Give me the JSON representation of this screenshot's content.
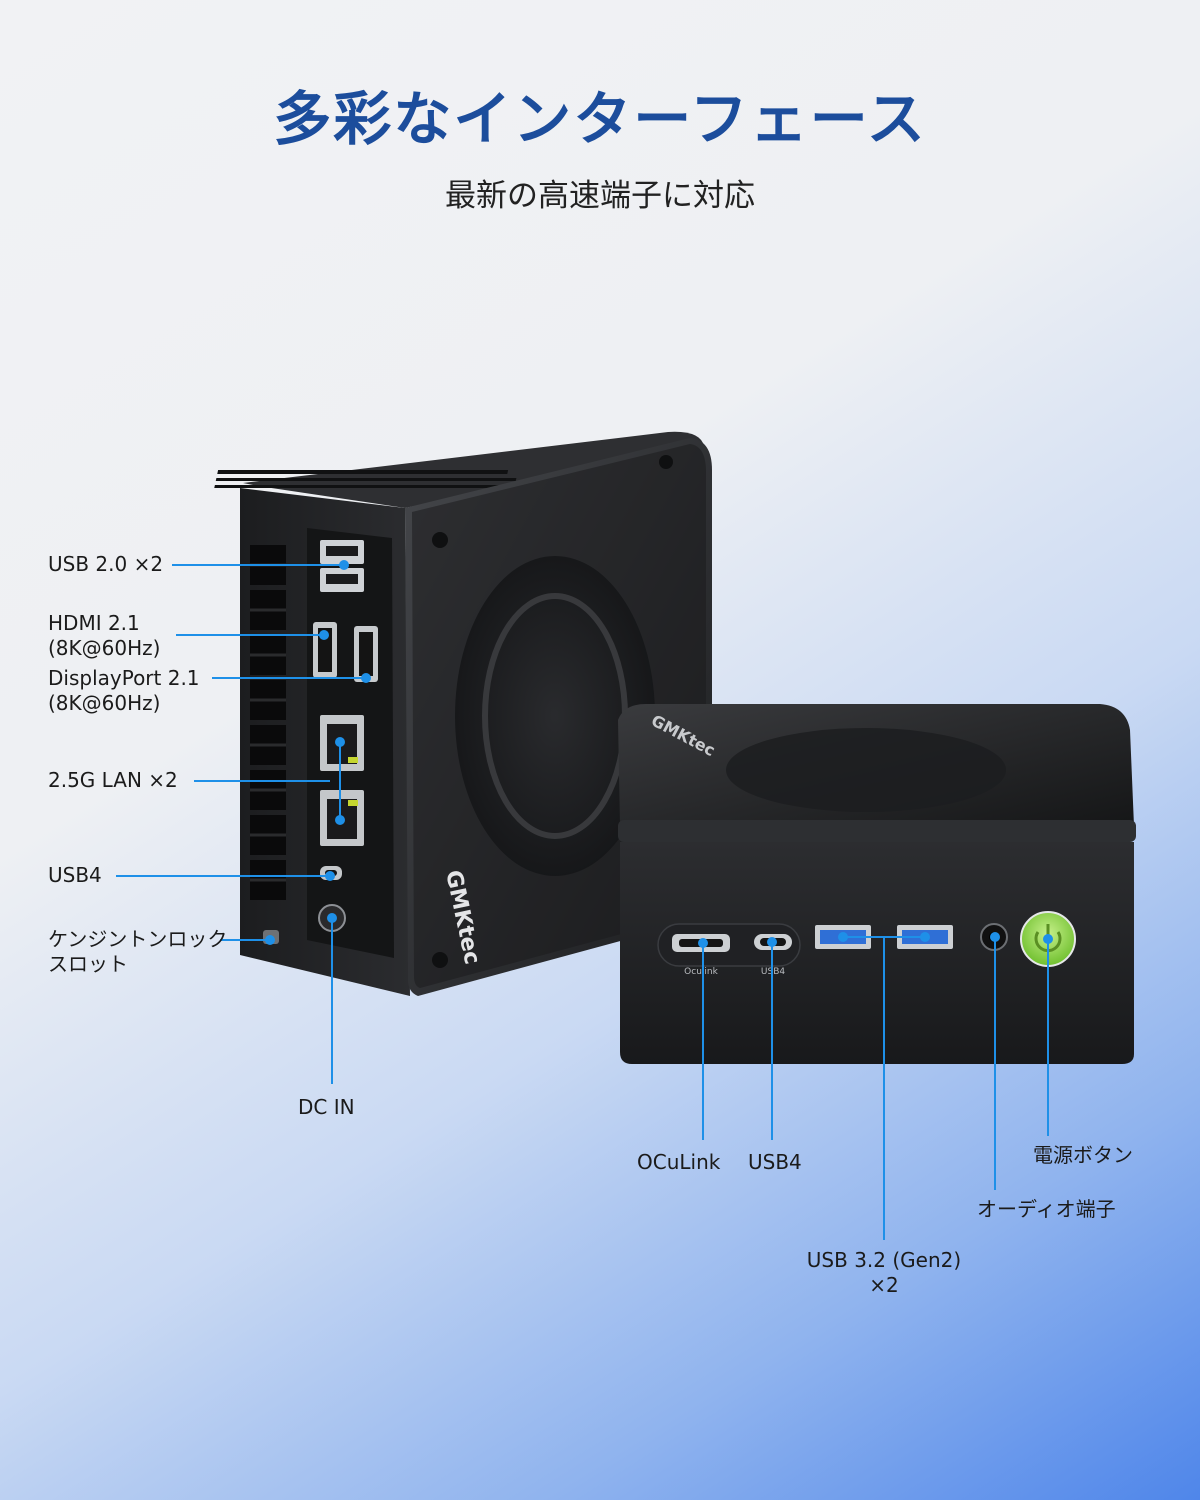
{
  "header": {
    "title": "多彩なインターフェース",
    "subtitle": "最新の高速端子に対応"
  },
  "device": {
    "brand_text": "GMKtec",
    "port_print_oculink": "Oculink",
    "port_print_usb4": "USB4"
  },
  "labels": {
    "usb20": "USB 2.0 ×2",
    "hdmi_line1": "HDMI 2.1",
    "hdmi_line2": "(8K@60Hz)",
    "dp_line1": "DisplayPort 2.1",
    "dp_line2": "(8K@60Hz)",
    "lan": "2.5G LAN ×2",
    "usb4_back": "USB4",
    "kensington_line1": "ケンジントンロック",
    "kensington_line2": "スロット",
    "dcin": "DC IN",
    "oculink": "OCuLink",
    "usb4_front": "USB4",
    "power_button": "電源ボタン",
    "audio": "オーディオ端子",
    "usb32_line1": "USB 3.2 (Gen2)",
    "usb32_line2": "×2"
  },
  "colors": {
    "title": "#1c4d9c",
    "leader": "#1e90e8",
    "usb3_port": "#2f6fd6",
    "power_button": "#8ed14a"
  }
}
